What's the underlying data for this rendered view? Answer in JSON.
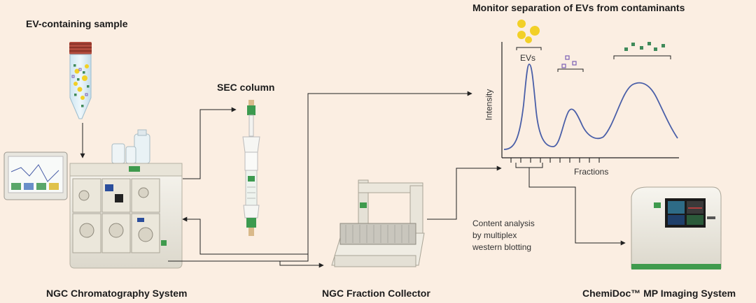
{
  "labels": {
    "sample": "EV-containing sample",
    "sec_column": "SEC column",
    "monitor": "Monitor separation of EVs from contaminants",
    "ngc_system": "NGC Chromatography System",
    "fraction_collector": "NGC Fraction Collector",
    "chemidoc": "ChemiDoc™ MP Imaging System",
    "content_line1": "Content analysis",
    "content_line2": "by multiplex",
    "content_line3": "western blotting"
  },
  "chart": {
    "ylabel": "Intensity",
    "xlabel": "Fractions",
    "evs_label": "EVs"
  },
  "colors": {
    "background": "#fbeee2",
    "trace": "#4a5fa8",
    "ev_particles": "#f2d027",
    "protein_particles": "#7b5fb5",
    "contaminant_particles": "#3f8a5a",
    "arrow": "#222222"
  }
}
